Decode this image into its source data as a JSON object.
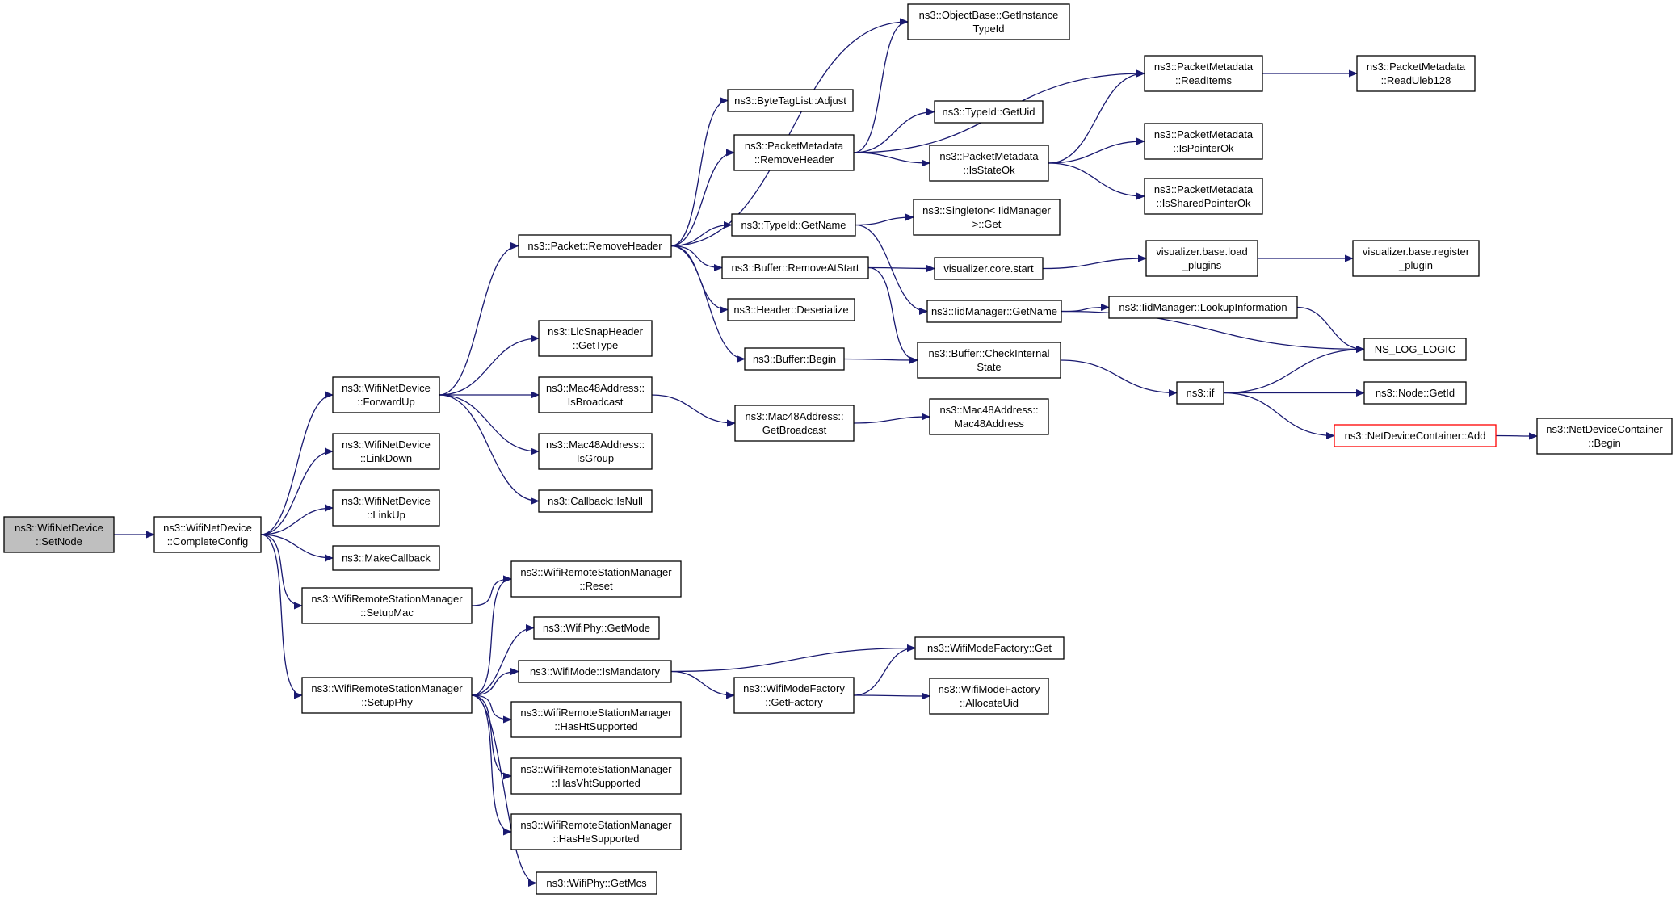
{
  "graph": {
    "nodes": [
      {
        "id": "setnode",
        "lines": [
          "ns3::WifiNetDevice",
          "::SetNode"
        ],
        "style": "root"
      },
      {
        "id": "completeconfig",
        "lines": [
          "ns3::WifiNetDevice",
          "::CompleteConfig"
        ],
        "style": "normal"
      },
      {
        "id": "forwardup",
        "lines": [
          "ns3::WifiNetDevice",
          "::ForwardUp"
        ],
        "style": "normal"
      },
      {
        "id": "linkdown",
        "lines": [
          "ns3::WifiNetDevice",
          "::LinkDown"
        ],
        "style": "normal"
      },
      {
        "id": "linkup",
        "lines": [
          "ns3::WifiNetDevice",
          "::LinkUp"
        ],
        "style": "normal"
      },
      {
        "id": "makecallback",
        "lines": [
          "ns3::MakeCallback"
        ],
        "style": "normal"
      },
      {
        "id": "setupmac",
        "lines": [
          "ns3::WifiRemoteStationManager",
          "::SetupMac"
        ],
        "style": "normal"
      },
      {
        "id": "setupphy",
        "lines": [
          "ns3::WifiRemoteStationManager",
          "::SetupPhy"
        ],
        "style": "normal"
      },
      {
        "id": "removeheader",
        "lines": [
          "ns3::Packet::RemoveHeader"
        ],
        "style": "normal"
      },
      {
        "id": "llcgettype",
        "lines": [
          "ns3::LlcSnapHeader",
          "::GetType"
        ],
        "style": "normal"
      },
      {
        "id": "isbroadcast",
        "lines": [
          "ns3::Mac48Address::",
          "IsBroadcast"
        ],
        "style": "normal"
      },
      {
        "id": "isgroup",
        "lines": [
          "ns3::Mac48Address::",
          "IsGroup"
        ],
        "style": "normal"
      },
      {
        "id": "isnull",
        "lines": [
          "ns3::Callback::IsNull"
        ],
        "style": "normal"
      },
      {
        "id": "rsmreset",
        "lines": [
          "ns3::WifiRemoteStationManager",
          "::Reset"
        ],
        "style": "normal"
      },
      {
        "id": "phygetmode",
        "lines": [
          "ns3::WifiPhy::GetMode"
        ],
        "style": "normal"
      },
      {
        "id": "ismandatory",
        "lines": [
          "ns3::WifiMode::IsMandatory"
        ],
        "style": "normal"
      },
      {
        "id": "hasht",
        "lines": [
          "ns3::WifiRemoteStationManager",
          "::HasHtSupported"
        ],
        "style": "normal"
      },
      {
        "id": "hasvht",
        "lines": [
          "ns3::WifiRemoteStationManager",
          "::HasVhtSupported"
        ],
        "style": "normal"
      },
      {
        "id": "hashe",
        "lines": [
          "ns3::WifiRemoteStationManager",
          "::HasHeSupported"
        ],
        "style": "normal"
      },
      {
        "id": "getmcs",
        "lines": [
          "ns3::WifiPhy::GetMcs"
        ],
        "style": "normal"
      },
      {
        "id": "bytetagadjust",
        "lines": [
          "ns3::ByteTagList::Adjust"
        ],
        "style": "normal"
      },
      {
        "id": "pmremoveheader",
        "lines": [
          "ns3::PacketMetadata",
          "::RemoveHeader"
        ],
        "style": "normal"
      },
      {
        "id": "typeidgetname",
        "lines": [
          "ns3::TypeId::GetName"
        ],
        "style": "normal"
      },
      {
        "id": "bufremoveatstart",
        "lines": [
          "ns3::Buffer::RemoveAtStart"
        ],
        "style": "normal"
      },
      {
        "id": "headerdeser",
        "lines": [
          "ns3::Header::Deserialize"
        ],
        "style": "normal"
      },
      {
        "id": "bufbegin",
        "lines": [
          "ns3::Buffer::Begin"
        ],
        "style": "normal"
      },
      {
        "id": "getbroadcast",
        "lines": [
          "ns3::Mac48Address::",
          "GetBroadcast"
        ],
        "style": "normal"
      },
      {
        "id": "getfactory",
        "lines": [
          "ns3::WifiModeFactory",
          "::GetFactory"
        ],
        "style": "normal"
      },
      {
        "id": "getinstancetypeid",
        "lines": [
          "ns3::ObjectBase::GetInstance",
          "TypeId"
        ],
        "style": "normal"
      },
      {
        "id": "typeidgetuid",
        "lines": [
          "ns3::TypeId::GetUid"
        ],
        "style": "normal"
      },
      {
        "id": "isstateok",
        "lines": [
          "ns3::PacketMetadata",
          "::IsStateOk"
        ],
        "style": "normal"
      },
      {
        "id": "singletonget",
        "lines": [
          "ns3::Singleton< IidManager",
          ">::Get"
        ],
        "style": "normal"
      },
      {
        "id": "vizcorestart",
        "lines": [
          "visualizer.core.start"
        ],
        "style": "normal"
      },
      {
        "id": "iidgetname",
        "lines": [
          "ns3::IidManager::GetName"
        ],
        "style": "normal"
      },
      {
        "id": "bufcheckinternal",
        "lines": [
          "ns3::Buffer::CheckInternal",
          "State"
        ],
        "style": "normal"
      },
      {
        "id": "mac48ctor",
        "lines": [
          "ns3::Mac48Address::",
          "Mac48Address"
        ],
        "style": "normal"
      },
      {
        "id": "wmfget",
        "lines": [
          "ns3::WifiModeFactory::Get"
        ],
        "style": "normal"
      },
      {
        "id": "allocateuid",
        "lines": [
          "ns3::WifiModeFactory",
          "::AllocateUid"
        ],
        "style": "normal"
      },
      {
        "id": "readitems",
        "lines": [
          "ns3::PacketMetadata",
          "::ReadItems"
        ],
        "style": "normal"
      },
      {
        "id": "ispointerok",
        "lines": [
          "ns3::PacketMetadata",
          "::IsPointerOk"
        ],
        "style": "normal"
      },
      {
        "id": "issharedpointerok",
        "lines": [
          "ns3::PacketMetadata",
          "::IsSharedPointerOk"
        ],
        "style": "normal"
      },
      {
        "id": "vizloadplugins",
        "lines": [
          "visualizer.base.load",
          "_plugins"
        ],
        "style": "normal"
      },
      {
        "id": "lookupinfo",
        "lines": [
          "ns3::IidManager::LookupInformation"
        ],
        "style": "normal"
      },
      {
        "id": "nsif",
        "lines": [
          "ns3::if"
        ],
        "style": "normal"
      },
      {
        "id": "readuleb128",
        "lines": [
          "ns3::PacketMetadata",
          "::ReadUleb128"
        ],
        "style": "normal"
      },
      {
        "id": "vizregisterplugin",
        "lines": [
          "visualizer.base.register",
          "_plugin"
        ],
        "style": "normal"
      },
      {
        "id": "nslogic",
        "lines": [
          "NS_LOG_LOGIC"
        ],
        "style": "normal"
      },
      {
        "id": "nodegetid",
        "lines": [
          "ns3::Node::GetId"
        ],
        "style": "normal"
      },
      {
        "id": "ndcadd",
        "lines": [
          "ns3::NetDeviceContainer::Add"
        ],
        "style": "highlight"
      },
      {
        "id": "ndcbegin",
        "lines": [
          "ns3::NetDeviceContainer",
          "::Begin"
        ],
        "style": "normal"
      }
    ],
    "edges": [
      [
        "setnode",
        "completeconfig"
      ],
      [
        "completeconfig",
        "forwardup"
      ],
      [
        "completeconfig",
        "linkdown"
      ],
      [
        "completeconfig",
        "linkup"
      ],
      [
        "completeconfig",
        "makecallback"
      ],
      [
        "completeconfig",
        "setupmac"
      ],
      [
        "completeconfig",
        "setupphy"
      ],
      [
        "forwardup",
        "removeheader"
      ],
      [
        "forwardup",
        "llcgettype"
      ],
      [
        "forwardup",
        "isbroadcast"
      ],
      [
        "forwardup",
        "isgroup"
      ],
      [
        "forwardup",
        "isnull"
      ],
      [
        "setupmac",
        "rsmreset"
      ],
      [
        "setupphy",
        "rsmreset"
      ],
      [
        "setupphy",
        "phygetmode"
      ],
      [
        "setupphy",
        "ismandatory"
      ],
      [
        "setupphy",
        "hasht"
      ],
      [
        "setupphy",
        "hasvht"
      ],
      [
        "setupphy",
        "hashe"
      ],
      [
        "setupphy",
        "getmcs"
      ],
      [
        "removeheader",
        "getinstancetypeid"
      ],
      [
        "removeheader",
        "bytetagadjust"
      ],
      [
        "removeheader",
        "pmremoveheader"
      ],
      [
        "removeheader",
        "typeidgetname"
      ],
      [
        "removeheader",
        "bufremoveatstart"
      ],
      [
        "removeheader",
        "headerdeser"
      ],
      [
        "removeheader",
        "bufbegin"
      ],
      [
        "isbroadcast",
        "getbroadcast"
      ],
      [
        "getbroadcast",
        "mac48ctor"
      ],
      [
        "pmremoveheader",
        "getinstancetypeid"
      ],
      [
        "pmremoveheader",
        "readitems"
      ],
      [
        "pmremoveheader",
        "typeidgetuid"
      ],
      [
        "pmremoveheader",
        "isstateok"
      ],
      [
        "isstateok",
        "readitems"
      ],
      [
        "isstateok",
        "ispointerok"
      ],
      [
        "isstateok",
        "issharedpointerok"
      ],
      [
        "readitems",
        "readuleb128"
      ],
      [
        "typeidgetname",
        "singletonget"
      ],
      [
        "typeidgetname",
        "iidgetname"
      ],
      [
        "bufremoveatstart",
        "vizcorestart"
      ],
      [
        "bufremoveatstart",
        "bufcheckinternal"
      ],
      [
        "bufbegin",
        "bufcheckinternal"
      ],
      [
        "vizcorestart",
        "vizloadplugins"
      ],
      [
        "vizloadplugins",
        "vizregisterplugin"
      ],
      [
        "iidgetname",
        "lookupinfo"
      ],
      [
        "iidgetname",
        "nslogic"
      ],
      [
        "lookupinfo",
        "nslogic"
      ],
      [
        "bufcheckinternal",
        "nsif"
      ],
      [
        "nsif",
        "nslogic"
      ],
      [
        "nsif",
        "nodegetid"
      ],
      [
        "nsif",
        "ndcadd"
      ],
      [
        "ndcadd",
        "ndcbegin"
      ],
      [
        "ismandatory",
        "wmfget"
      ],
      [
        "ismandatory",
        "getfactory"
      ],
      [
        "getfactory",
        "wmfget"
      ],
      [
        "getfactory",
        "allocateuid"
      ]
    ]
  },
  "colors": {
    "edge": "#191970",
    "node_border": "#000000",
    "root_fill": "#bfbfbf",
    "highlight_border": "#ff0000",
    "node_fill": "#ffffff"
  }
}
